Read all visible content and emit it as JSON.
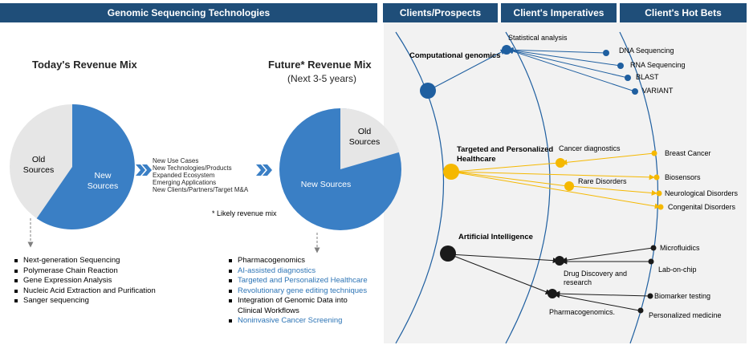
{
  "headers": {
    "left": "Genomic Sequencing Technologies",
    "clients": "Clients/Prospects",
    "imperatives": "Client's Imperatives",
    "hotbets": "Client's Hot Bets"
  },
  "today": {
    "title": "Today's Revenue Mix",
    "old": "Old Sources",
    "new": "New Sources",
    "items": [
      "Next-generation Sequencing",
      "Polymerase Chain Reaction",
      "Gene Expression Analysis",
      "Nucleic Acid Extraction and Purification",
      "Sanger sequencing"
    ]
  },
  "future": {
    "title": "Future* Revenue Mix",
    "subtitle": "(Next 3-5 years)",
    "old": "Old Sources",
    "new": "New Sources",
    "note": "* Likely revenue mix",
    "items": [
      {
        "text": "Pharmacogenomics",
        "hl": false
      },
      {
        "text": "AI-assisted diagnostics",
        "hl": true
      },
      {
        "text": "Targeted and Personalized Healthcare",
        "hl": true
      },
      {
        "text": "Revolutionary gene editing techniques",
        "hl": true
      },
      {
        "text": "Integration of Genomic Data into",
        "hl": false
      },
      {
        "text": "Clinical Workflows",
        "hl": false,
        "cont": true
      },
      {
        "text": "Noninvasive Cancer Screening",
        "hl": true
      }
    ]
  },
  "drivers": [
    "New Use Cases",
    "New Technologies/Products",
    "Expanded Ecosystem",
    "Emerging Applications",
    "New Clients/Partners/Target M&A"
  ],
  "colors": {
    "header": "#1f4e79",
    "pie_new": "#3a7fc5",
    "pie_old": "#e6e6e6",
    "blue": "#1f5fa0",
    "gold": "#f5b800",
    "black": "#1a1a1a",
    "highlight": "#2e75b6"
  },
  "map": {
    "groups": [
      {
        "client": "Computational genomics",
        "imperatives": [
          "Statistical analysis"
        ],
        "hotbets": [
          "DNA Sequencing",
          "RNA Sequencing",
          "BLAST",
          "VARIANT"
        ]
      },
      {
        "client": "Targeted and Personalized Healthcare",
        "imperatives": [
          "Cancer diagnostics",
          "Rare Disorders"
        ],
        "hotbets": [
          "Breast Cancer",
          "Biosensors",
          "Neurological Disorders",
          "Congenital Disorders"
        ]
      },
      {
        "client": "Artificial Intelligence",
        "imperatives": [
          "Drug Discovery and research",
          "Pharmacogenomics."
        ],
        "hotbets": [
          "Microfluidics",
          "Lab-on-chip",
          "Biomarker testing",
          "Personalized medicine"
        ]
      }
    ]
  }
}
